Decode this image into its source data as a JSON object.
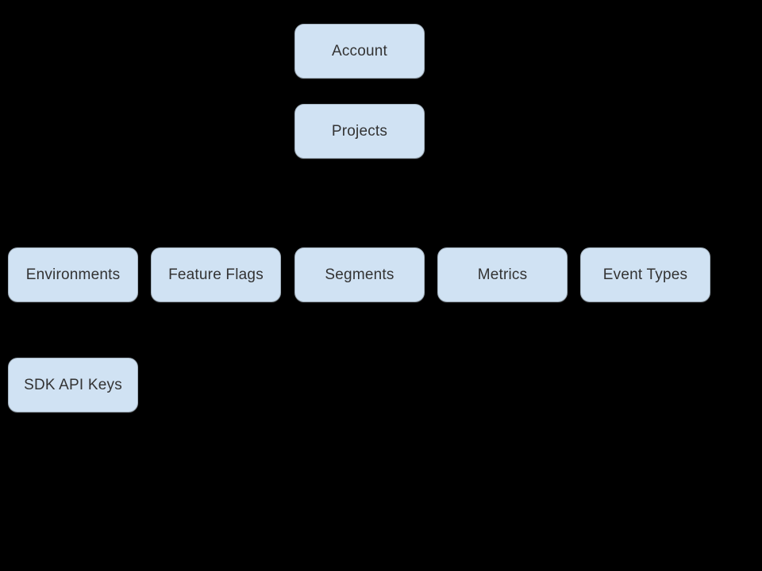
{
  "diagram": {
    "background_color": "#000000",
    "node_fill_color": "#d0e2f3",
    "node_text_color": "#333333",
    "nodes": [
      {
        "id": "account",
        "label": "Account"
      },
      {
        "id": "projects",
        "label": "Projects"
      },
      {
        "id": "environments",
        "label": "Environments"
      },
      {
        "id": "feature-flags",
        "label": "Feature Flags"
      },
      {
        "id": "segments",
        "label": "Segments"
      },
      {
        "id": "metrics",
        "label": "Metrics"
      },
      {
        "id": "event-types",
        "label": "Event Types"
      },
      {
        "id": "sdk-api-keys",
        "label": "SDK API Keys"
      }
    ]
  }
}
